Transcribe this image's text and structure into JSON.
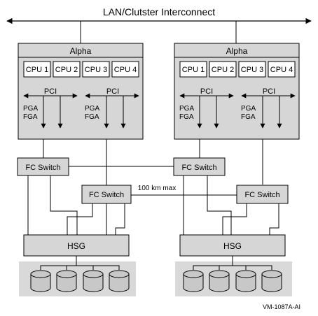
{
  "interconnect": {
    "label": "LAN/Clutster Interconnect"
  },
  "systems": [
    {
      "title": "Alpha",
      "cpus": [
        "CPU 1",
        "CPU 2",
        "CPU 3",
        "CPU 4"
      ],
      "buses": [
        {
          "bus": "PCI",
          "adapter_lines": [
            "PGA",
            "FGA"
          ]
        },
        {
          "bus": "PCI",
          "adapter_lines": [
            "PGA",
            "FGA"
          ]
        }
      ]
    },
    {
      "title": "Alpha",
      "cpus": [
        "CPU 1",
        "CPU 2",
        "CPU 3",
        "CPU 4"
      ],
      "buses": [
        {
          "bus": "PCI",
          "adapter_lines": [
            "PGA",
            "FGA"
          ]
        },
        {
          "bus": "PCI",
          "adapter_lines": [
            "PGA",
            "FGA"
          ]
        }
      ]
    }
  ],
  "switches": [
    "FC Switch",
    "FC Switch",
    "FC Switch",
    "FC Switch"
  ],
  "distance_label": "100 km max",
  "controllers": [
    "HSG",
    "HSG"
  ],
  "figure_id": "VM-1087A-AI",
  "colors": {
    "panel": "#d6d6d6",
    "line": "#000000",
    "disk": "#c8c8c8",
    "background": "#ffffff"
  }
}
